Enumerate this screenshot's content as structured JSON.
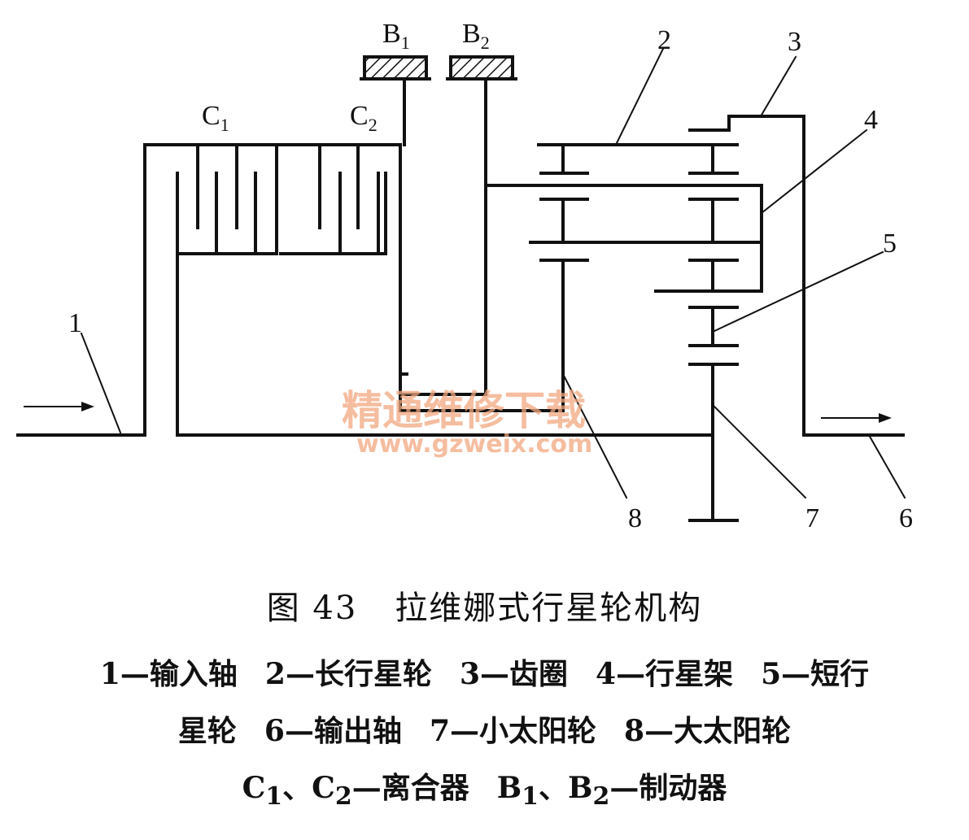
{
  "labels": {
    "part_1": "1",
    "part_2": "2",
    "part_3": "3",
    "part_4": "4",
    "part_5": "5",
    "part_6": "6",
    "part_7": "7",
    "part_8": "8",
    "clutch_1": "C",
    "clutch_1_sub": "1",
    "clutch_2": "C",
    "clutch_2_sub": "2",
    "brake_1": "B",
    "brake_1_sub": "1",
    "brake_2": "B",
    "brake_2_sub": "2"
  },
  "watermark": {
    "text": "精通维修下载",
    "url": "www.gzweix.com"
  },
  "caption": {
    "figure_number": "图 43",
    "figure_title": "拉维娜式行星轮机构"
  },
  "legend": {
    "item_1": "1—输入轴",
    "item_2": "2—长行星轮",
    "item_3": "3—齿圈",
    "item_4": "4—行星架",
    "item_5_a": "5—短行",
    "item_5_b": "星轮",
    "item_6": "6—输出轴",
    "item_7": "7—小太阳轮",
    "item_8": "8—大太阳轮",
    "clutch_c": "C",
    "clutch_c1_sub": "1",
    "clutch_sep": "、",
    "clutch_c2_sub": "2",
    "clutch_desc": "—离合器",
    "brake_b": "B",
    "brake_b1_sub": "1",
    "brake_sep": "、",
    "brake_b2_sub": "2",
    "brake_desc": "—制动器"
  },
  "colors": {
    "line": "#111111",
    "watermark": "#f2a880"
  }
}
